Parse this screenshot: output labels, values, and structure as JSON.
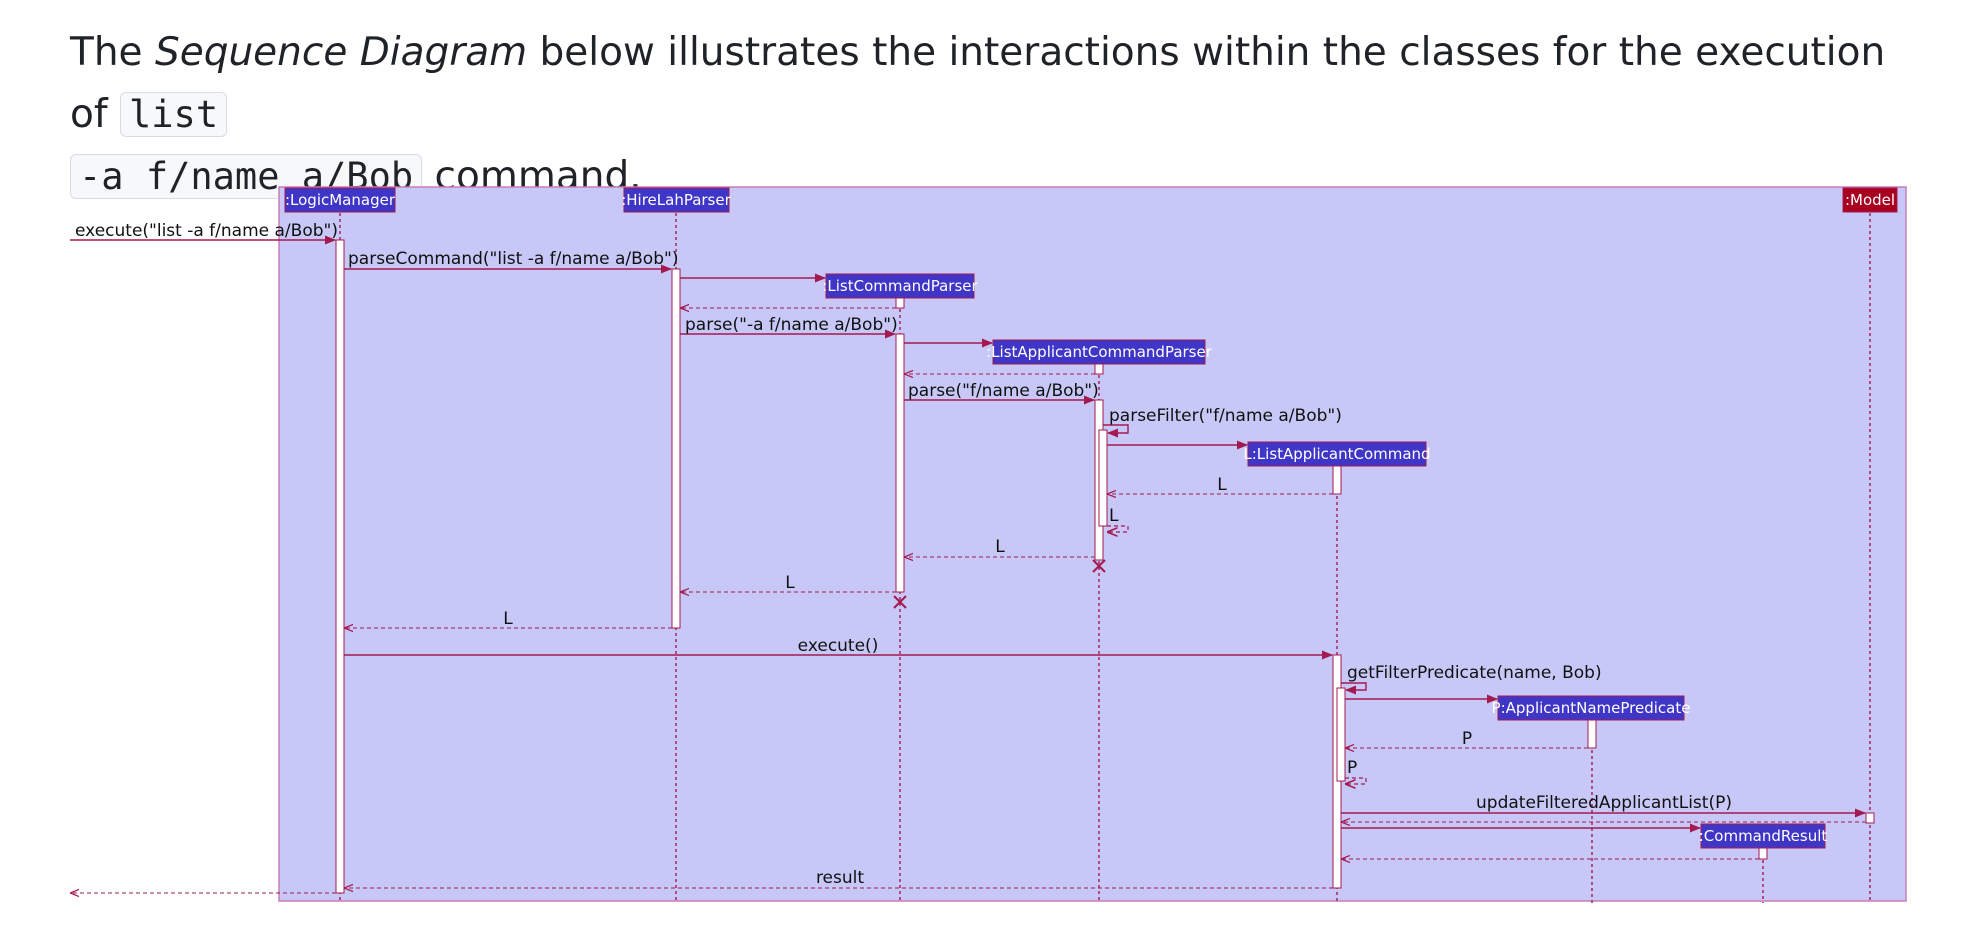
{
  "intro": {
    "text_before": "The ",
    "emphasis": "Sequence Diagram",
    "text_middle": " below illustrates the interactions within the classes for the execution of ",
    "code_part1": "list",
    "code_part2": "-a f/name a/Bob",
    "text_after": " command."
  },
  "colors": {
    "frame_fill": "#c7c7f8",
    "frame_border": "#c97fb5",
    "participant_fill": "#3f35c6",
    "model_fill": "#a8001f",
    "arrow": "#a31a50",
    "lifeline": "#a31a50",
    "activation_fill": "#ffffff"
  },
  "participants": [
    {
      "id": "logic",
      "label": ":LogicManager"
    },
    {
      "id": "hirelah",
      "label": ":HireLahParser"
    },
    {
      "id": "lcp",
      "label": ":ListCommandParser"
    },
    {
      "id": "lacp",
      "label": ":ListApplicantCommandParser"
    },
    {
      "id": "lac",
      "label": "L:ListApplicantCommand"
    },
    {
      "id": "anp",
      "label": "P:ApplicantNamePredicate"
    },
    {
      "id": "cr",
      "label": ":CommandResult"
    },
    {
      "id": "model",
      "label": ":Model"
    }
  ],
  "messages": [
    {
      "label": "execute(\"list -a f/name a/Bob\")"
    },
    {
      "label": "parseCommand(\"list -a f/name a/Bob\")"
    },
    {
      "label": "parse(\"-a f/name a/Bob\")"
    },
    {
      "label": "parse(\"f/name a/Bob\")"
    },
    {
      "label": "parseFilter(\"f/name a/Bob\")"
    },
    {
      "label": "L"
    },
    {
      "label": "L"
    },
    {
      "label": "L"
    },
    {
      "label": "L"
    },
    {
      "label": "L"
    },
    {
      "label": "execute()"
    },
    {
      "label": "getFilterPredicate(name, Bob)"
    },
    {
      "label": "P"
    },
    {
      "label": "P"
    },
    {
      "label": "updateFilteredApplicantList(P)"
    },
    {
      "label": "result"
    }
  ]
}
